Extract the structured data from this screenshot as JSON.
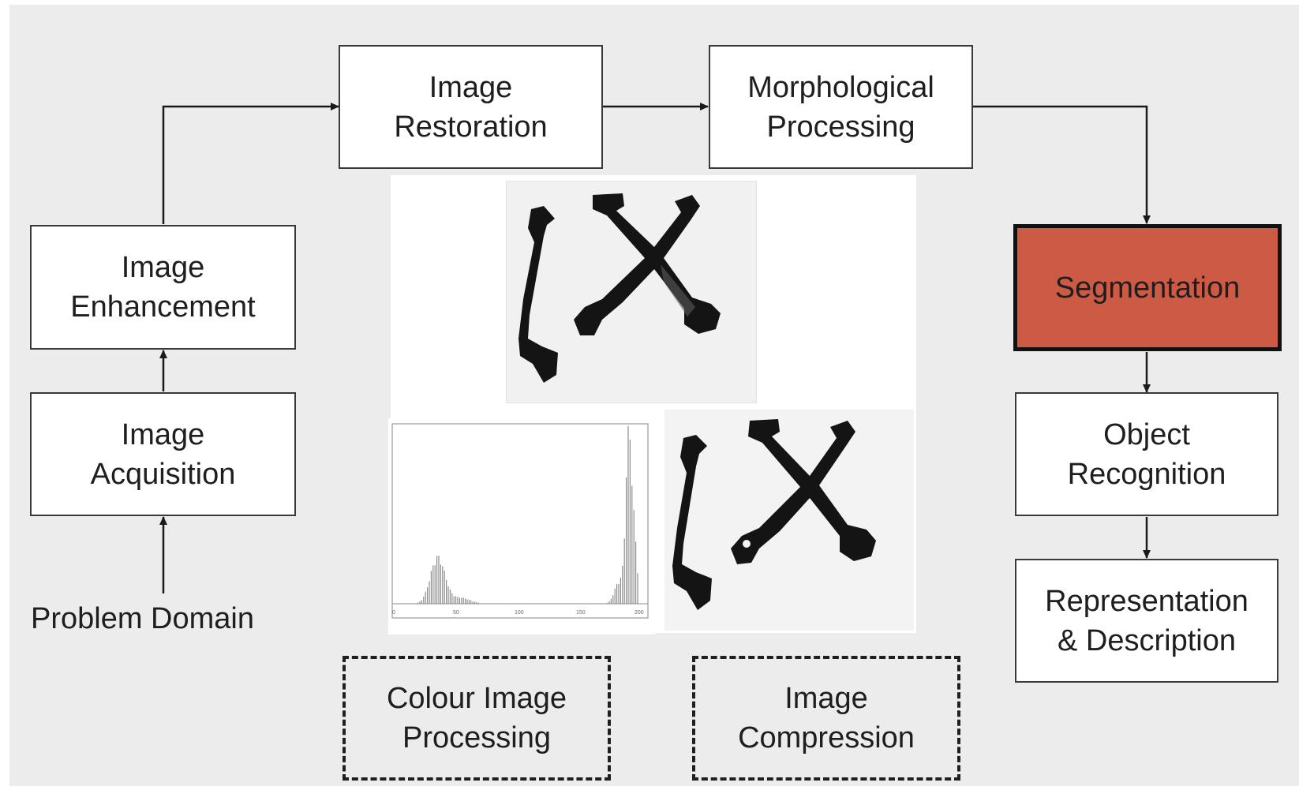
{
  "colors": {
    "background": "#ececec",
    "box_fill": "#ffffff",
    "box_border": "#3a3a3a",
    "highlight_fill": "#cc5a45",
    "arrow": "#1a1a1a",
    "object_dark": "#141414"
  },
  "stages": {
    "problem_domain": "Problem Domain",
    "acquisition": "Image\nAcquisition",
    "enhancement": "Image\nEnhancement",
    "restoration": "Image\nRestoration",
    "morphological": "Morphological\nProcessing",
    "segmentation": "Segmentation",
    "object_recognition": "Object\nRecognition",
    "representation": "Representation\n& Description",
    "colour": "Colour Image\nProcessing",
    "compression": "Image\nCompression"
  },
  "histogram": {
    "tick_labels": [
      "0",
      "50",
      "100",
      "150",
      "200"
    ]
  },
  "images": {
    "top": "photo-original",
    "bottom": "photo-segmented"
  }
}
